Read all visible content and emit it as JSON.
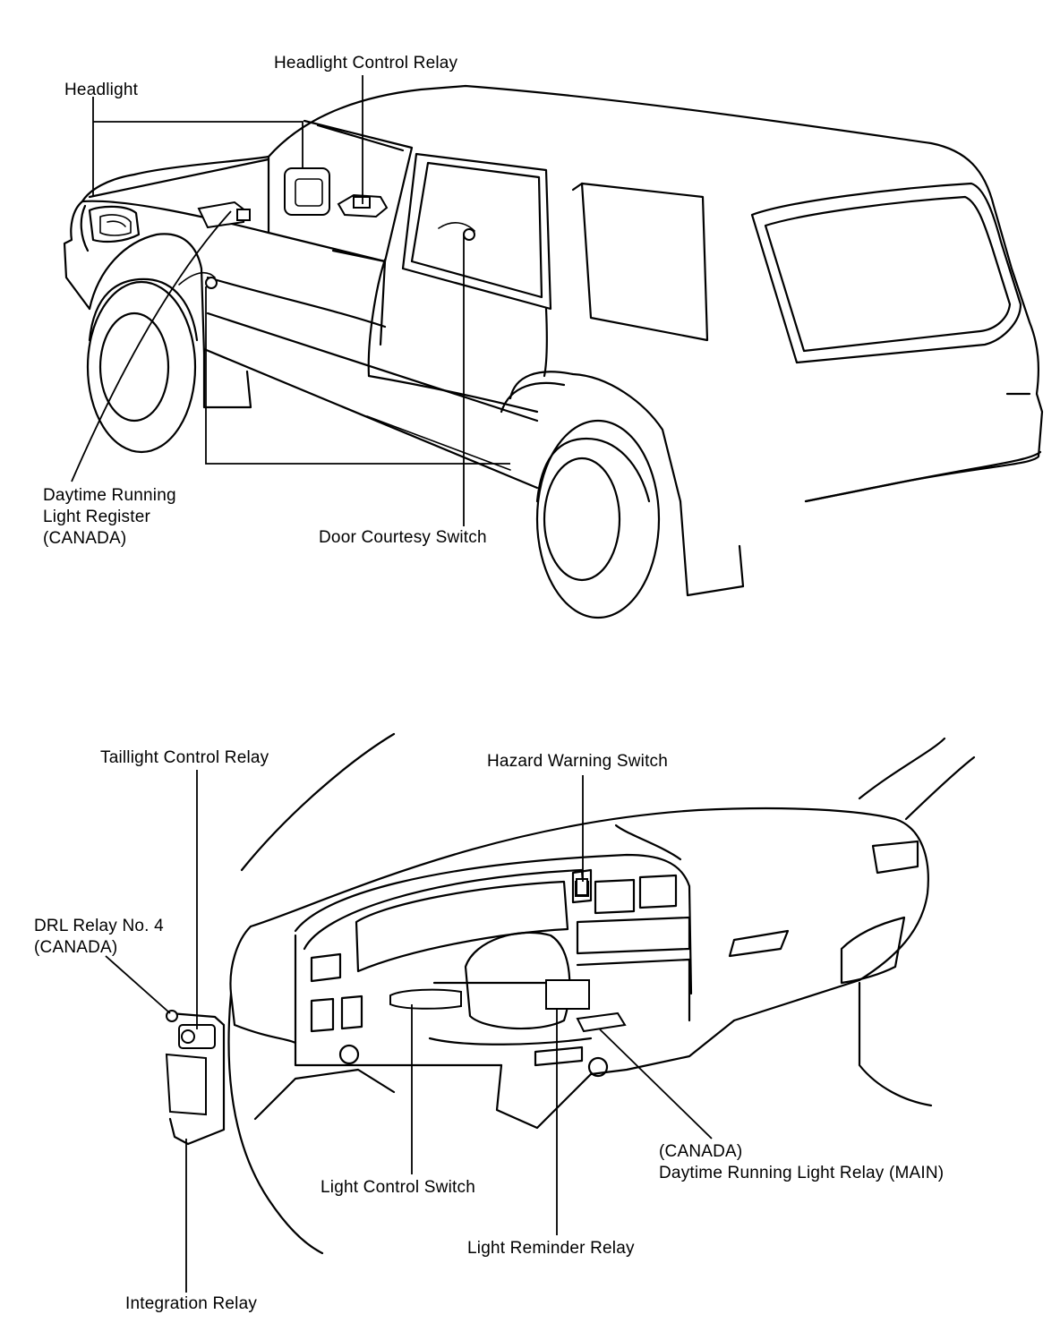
{
  "top_view": {
    "labels": {
      "headlight_control_relay": "Headlight Control Relay",
      "headlight": "Headlight",
      "drl_register_line1": "Daytime Running",
      "drl_register_line2": "Light Register",
      "drl_register_line3": "(CANADA)",
      "door_courtesy_switch": "Door Courtesy Switch"
    }
  },
  "bottom_view": {
    "labels": {
      "taillight_control_relay": "Taillight Control Relay",
      "hazard_warning_switch": "Hazard Warning Switch",
      "drl_relay_no4_line1": "DRL Relay No. 4",
      "drl_relay_no4_line2": "(CANADA)",
      "drl_relay_main_line1": "(CANADA)",
      "drl_relay_main_line2": "Daytime Running Light Relay (MAIN)",
      "light_control_switch": "Light Control Switch",
      "light_reminder_relay": "Light Reminder Relay",
      "integration_relay": "Integration Relay"
    }
  }
}
